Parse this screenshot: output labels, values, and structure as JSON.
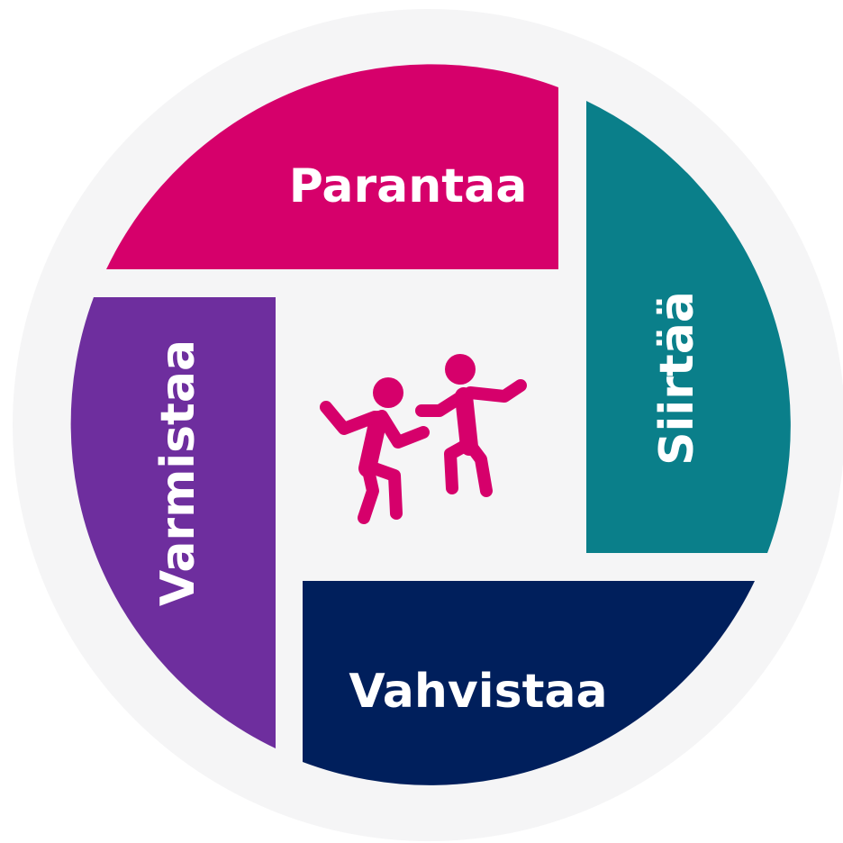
{
  "colors": {
    "background_disc": "#f5f5f6",
    "magenta": "#d6006b",
    "teal": "#0a7f8a",
    "navy": "#001f5c",
    "purple": "#6e2e9e",
    "icon": "#d6006b",
    "label_text": "#ffffff"
  },
  "segments": {
    "top": {
      "label": "Parantaa"
    },
    "right": {
      "label": "Siirtää"
    },
    "bottom": {
      "label": "Vahvistaa"
    },
    "left": {
      "label": "Varmistaa"
    }
  },
  "center_icon": {
    "name": "two-people-dancing-icon"
  }
}
